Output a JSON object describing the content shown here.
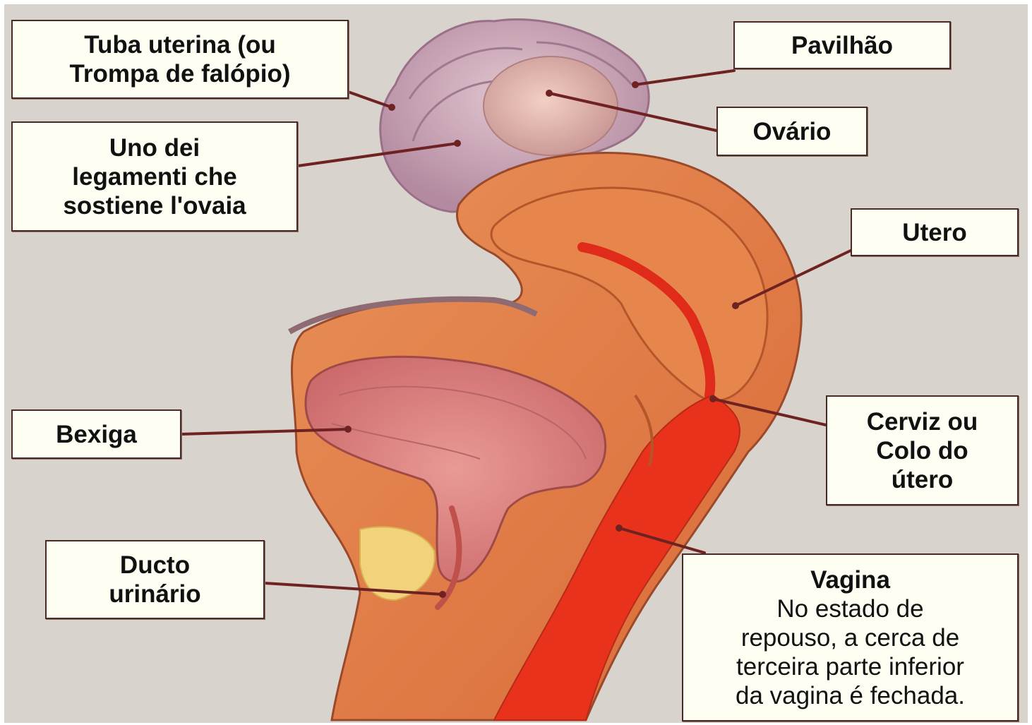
{
  "colors": {
    "background": "#d8d3cc",
    "label_fill": "#fefef2",
    "label_border": "#4a2a24",
    "leader_line": "#6e2222",
    "tissue_orange": "#e07845",
    "tissue_red": "#e8321c",
    "bladder_pink": "#d97a78",
    "tube_lilac": "#c8a0b4"
  },
  "labels": {
    "tuba": [
      "Tuba uterina (ou",
      "Trompa de falópio)"
    ],
    "ligamento": [
      "Uno dei",
      "legamenti che",
      "sostiene l'ovaia"
    ],
    "pavilhao": [
      "Pavilhão"
    ],
    "ovario": [
      "Ovário"
    ],
    "utero": [
      "Utero"
    ],
    "cerviz": [
      "Cerviz ou",
      "Colo do",
      "útero"
    ],
    "bexiga": [
      "Bexiga"
    ],
    "ducto": [
      "Ducto",
      "urinário"
    ],
    "vagina": {
      "title": "Vagina",
      "lines": [
        "No estado de",
        "repouso, a cerca de",
        "terceira parte inferior",
        "da vagina é fechada."
      ]
    }
  }
}
